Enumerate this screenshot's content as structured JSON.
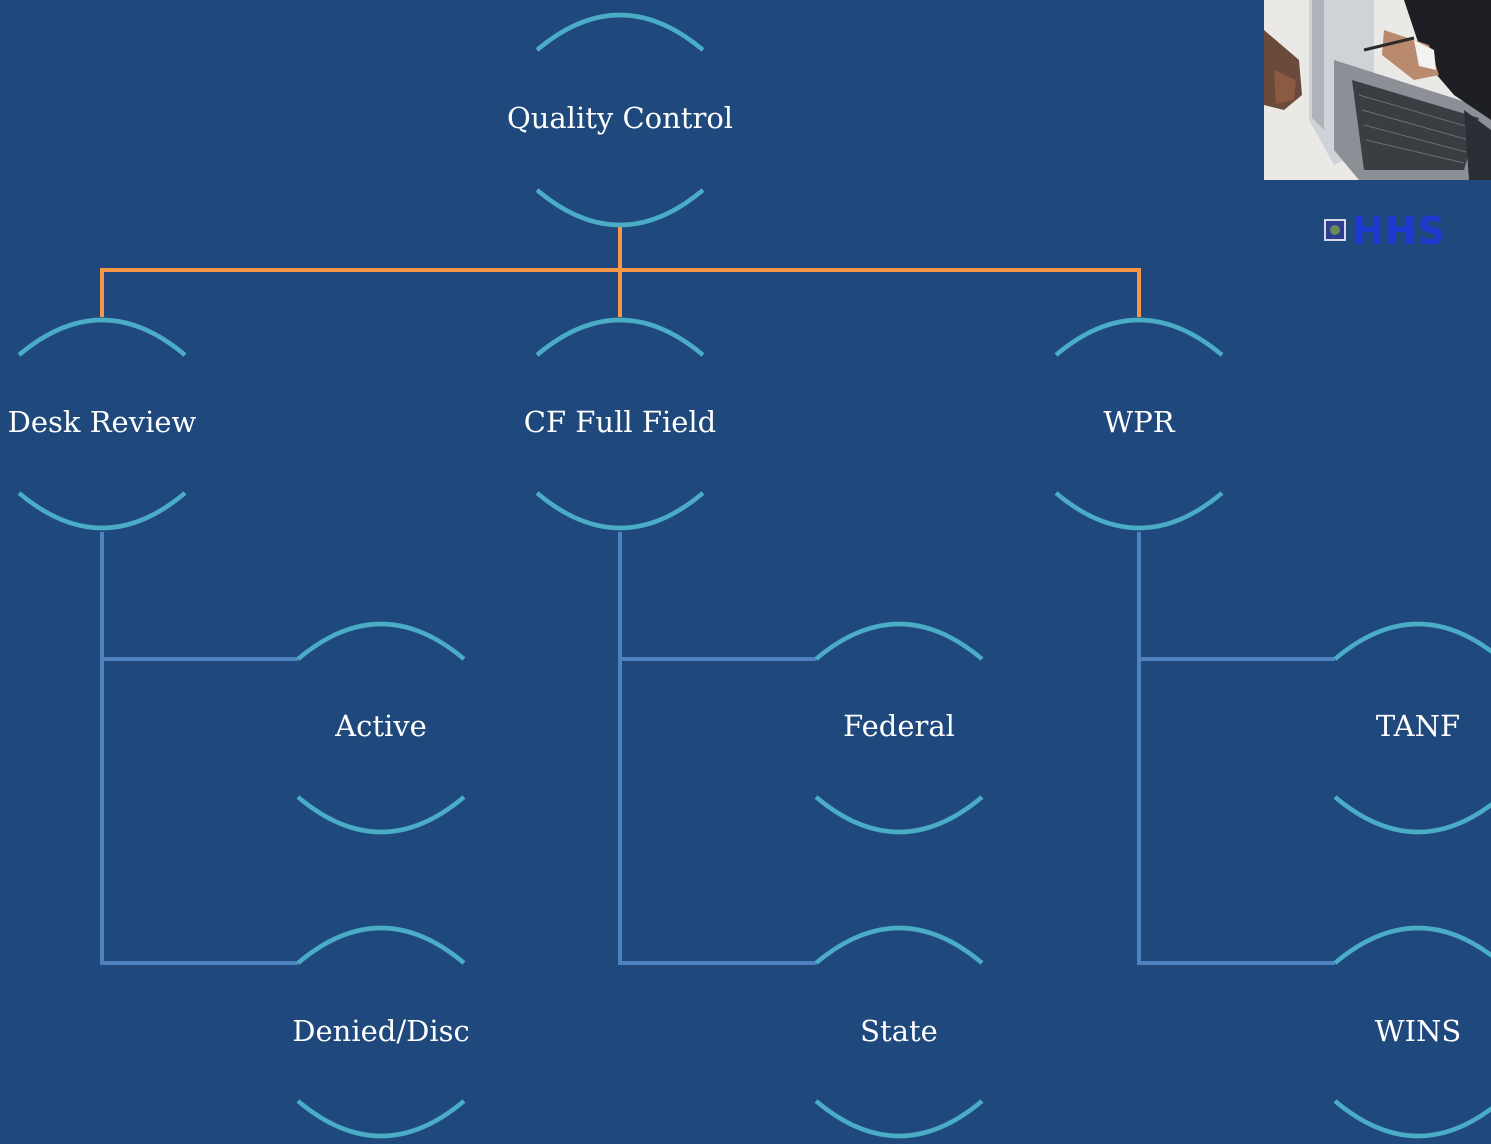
{
  "nodes": {
    "root": "Quality Control",
    "desk_review": "Desk Review",
    "cf_full_field": "CF Full Field",
    "wpr": "WPR",
    "active": "Active",
    "denied_disc": "Denied/Disc",
    "federal": "Federal",
    "state": "State",
    "tanf": "TANF",
    "wins": "WINS"
  },
  "logo": {
    "text": "HHS"
  },
  "colors": {
    "background": "#1f497d",
    "bracket": "#4bacc6",
    "top_connector": "#f79646",
    "child_connector": "#4f81bd",
    "label_text": "#ffffff"
  }
}
